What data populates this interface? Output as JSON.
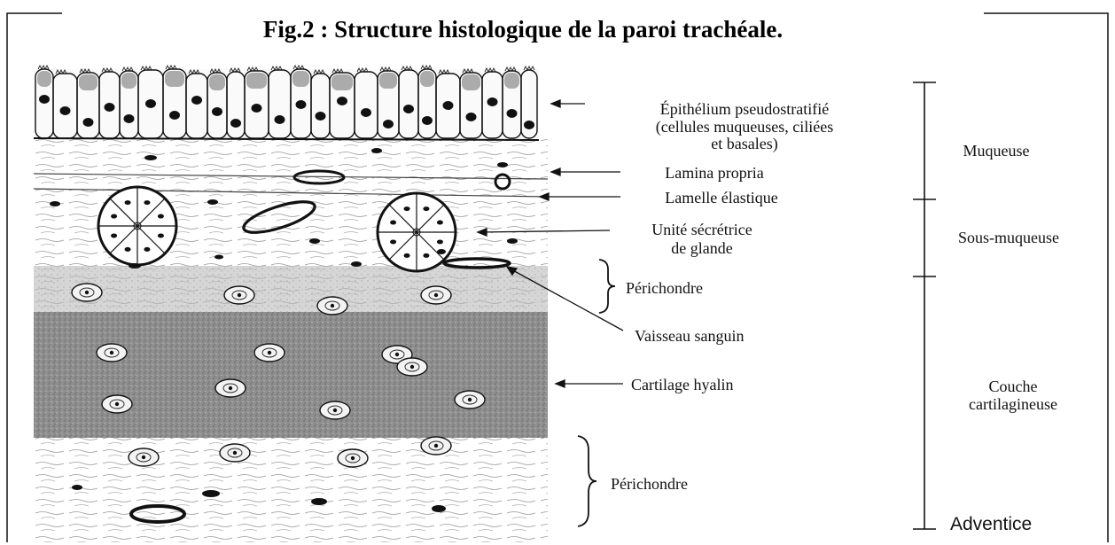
{
  "figure": {
    "title": "Fig.2 : Structure histologique de la paroi trachéale."
  },
  "labels": {
    "epithelium_line1": "Épithélium pseudostratifié",
    "epithelium_line2": "(cellules muqueuses, ciliées",
    "epithelium_line3": "et basales)",
    "lamina_propria": "Lamina propria",
    "lamelle_elastique": "Lamelle élastique",
    "unite_line1": "Unité sécrétrice",
    "unite_line2": "de glande",
    "perichondre_top": "Périchondre",
    "vaisseau": "Vaisseau sanguin",
    "cartilage": "Cartilage hyalin",
    "perichondre_bottom": "Périchondre"
  },
  "layers": {
    "muqueuse": "Muqueuse",
    "sous_muqueuse": "Sous-muqueuse",
    "couche_line1": "Couche",
    "couche_line2": "cartilagineuse",
    "adventice": "Adventice"
  },
  "colors": {
    "ink": "#111111",
    "cartilage_fill": "#9a9a9a",
    "perichondre_fill": "#dcdcdc",
    "connective_fill": "#f1f1f1"
  }
}
